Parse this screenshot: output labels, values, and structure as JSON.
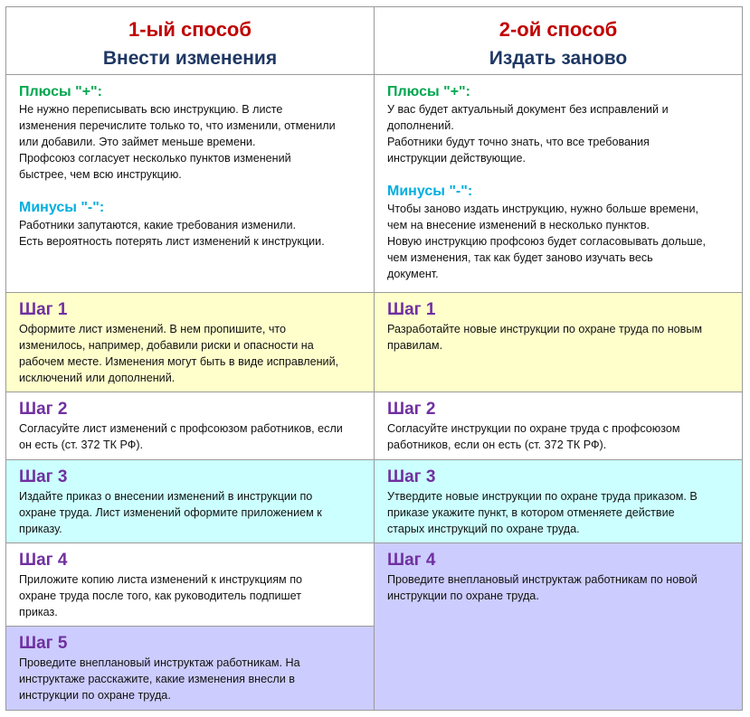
{
  "col1": {
    "header_line1": "1-ый способ",
    "header_line2": "Внести изменения",
    "plus_title": "Плюсы \"+\":",
    "plus_lines": [
      "Не нужно переписывать всю инструкцию. В листе",
      "изменения перечислите только то, что изменили, отменили",
      "или добавили. Это займет меньше времени.",
      "Профсоюз согласует несколько пунктов изменений",
      "быстрее, чем всю инструкцию."
    ],
    "minus_title": "Минусы \"-\":",
    "minus_lines": [
      "Работники запутаются, какие требования изменили.",
      "Есть вероятность потерять лист изменений к инструкции."
    ],
    "steps": [
      {
        "title": "Шаг 1",
        "lines": [
          "Оформите лист изменений. В нем пропишите, что",
          "изменилось, например, добавили риски и опасности на",
          "рабочем месте. Изменения могут быть в виде исправлений,",
          "исключений или дополнений."
        ]
      },
      {
        "title": "Шаг 2",
        "lines": [
          "Согласуйте лист изменений с профсоюзом работников, если",
          "он есть (ст. 372 ТК РФ)."
        ]
      },
      {
        "title": "Шаг 3",
        "lines": [
          "Издайте приказ о внесении изменений в инструкции по",
          "охране труда. Лист изменений оформите приложением к",
          "приказу."
        ]
      },
      {
        "title": "Шаг 4",
        "lines": [
          "Приложите копию листа изменений к инструкциям по",
          "охране труда после того, как руководитель подпишет",
          "приказ."
        ]
      },
      {
        "title": "Шаг 5",
        "lines": [
          "Проведите внеплановый инструктаж работникам. На",
          "инструктаже расскажите, какие изменения внесли в",
          "инструкции по охране труда."
        ]
      }
    ]
  },
  "col2": {
    "header_line1": "2-ой способ",
    "header_line2": "Издать заново",
    "plus_title": "Плюсы \"+\":",
    "plus_lines": [
      "У вас будет актуальный документ без исправлений и",
      "дополнений.",
      "Работники будут точно знать, что все требования",
      "инструкции действующие."
    ],
    "minus_title": "Минусы \"-\":",
    "minus_lines": [
      "Чтобы заново издать инструкцию, нужно больше времени,",
      "чем на внесение изменений в несколько пунктов.",
      "Новую инструкцию профсоюз будет согласовывать дольше,",
      "чем изменения, так как будет заново изучать весь",
      "документ."
    ],
    "steps": [
      {
        "title": "Шаг 1",
        "lines": [
          "Разработайте новые инструкции по охране труда по новым",
          "правилам."
        ]
      },
      {
        "title": "Шаг 2",
        "lines": [
          "Согласуйте инструкции по охране труда с профсоюзом",
          "работников, если он есть (ст. 372 ТК РФ)."
        ]
      },
      {
        "title": "Шаг 3",
        "lines": [
          "Утвердите новые инструкции по охране труда приказом. В",
          "приказе укажите пункт, в котором отменяете действие",
          "старых инструкций по охране труда."
        ]
      },
      {
        "title": "Шаг 4",
        "lines": [
          "Проведите внеплановый инструктаж работникам по новой",
          "инструкции по охране труда."
        ]
      }
    ]
  },
  "colors": {
    "header_red": "#c00000",
    "header_navy": "#1f3864",
    "plus_green": "#00a650",
    "minus_blue": "#00aee0",
    "step_purple": "#7030a0",
    "yellow_bg": "#ffffcc",
    "cyan_bg": "#ccffff",
    "lavender_bg": "#ccccff"
  }
}
